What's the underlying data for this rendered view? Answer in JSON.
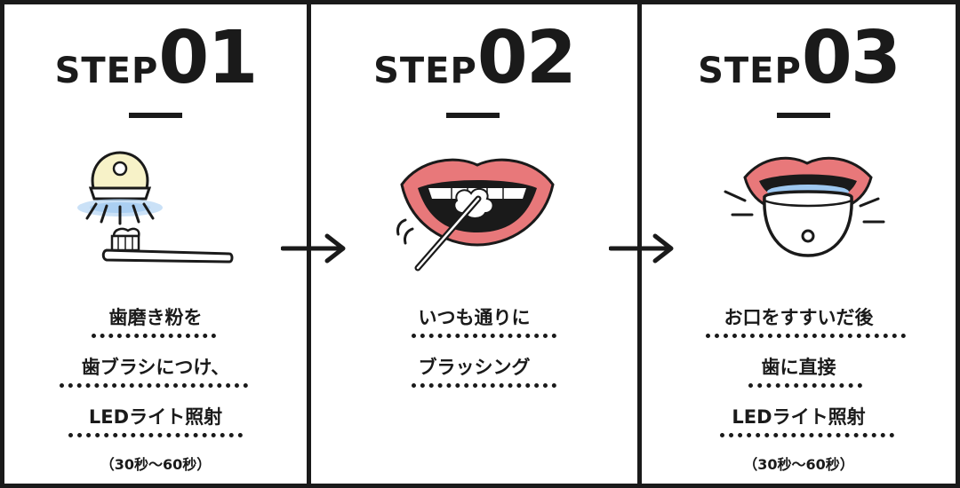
{
  "steps": [
    {
      "step_label": "STEP",
      "number": "01",
      "lines": [
        "歯磨き粉を",
        "歯ブラシにつけ、",
        "LEDライト照射"
      ],
      "note": "（30秒～60秒）",
      "illustration": "led-toothbrush-icon"
    },
    {
      "step_label": "STEP",
      "number": "02",
      "lines": [
        "いつも通りに",
        "ブラッシング"
      ],
      "illustration": "brushing-mouth-icon"
    },
    {
      "step_label": "STEP",
      "number": "03",
      "lines": [
        "お口をすすいだ後",
        "歯に直接",
        "LEDライト照射"
      ],
      "note": "（30秒～60秒）",
      "illustration": "led-mouth-icon"
    }
  ],
  "colors": {
    "ink": "#1a1a1a",
    "lips": "#e8787a",
    "led_glow": "#9ec8f0",
    "light_head": "#f7f2c8"
  }
}
